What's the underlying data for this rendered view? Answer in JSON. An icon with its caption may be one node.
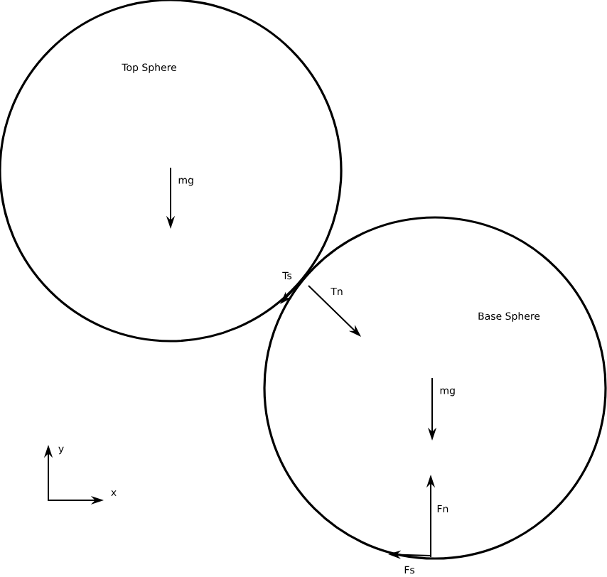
{
  "diagram": {
    "nodes": [
      {
        "text": [
          "Top Sphere"
        ]
      },
      {
        "text": [
          "Base Sphere"
        ]
      }
    ],
    "labels": [
      "mg",
      "Ts",
      "Tn",
      "mg",
      "Fn",
      "Fs",
      "y",
      "x"
    ]
  }
}
